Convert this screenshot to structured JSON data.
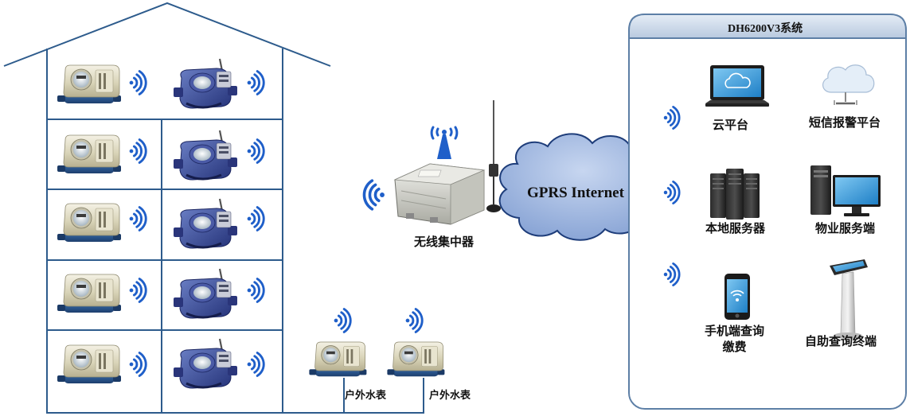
{
  "system": {
    "title": "DH6200V3系统",
    "terminals": [
      {
        "label": "云平台",
        "icon": "laptop-cloud-icon"
      },
      {
        "label": "短信报警平台",
        "icon": "cloud-sms-icon"
      },
      {
        "label": "本地服务器",
        "icon": "server-rack-icon"
      },
      {
        "label": "物业服务端",
        "icon": "desktop-pc-icon"
      },
      {
        "label": "手机端查询\n缴费",
        "icon": "smartphone-icon"
      },
      {
        "label": "自助查询终端",
        "icon": "kiosk-icon"
      }
    ]
  },
  "network": {
    "cloud_label": "GPRS  Internet",
    "concentrator_label": "无线集中器"
  },
  "outdoor_meters": [
    {
      "label": "户外水表"
    },
    {
      "label": "户外水表"
    }
  ],
  "colors": {
    "house_line": "#2d5b8c",
    "wifi": "#1f5fc9",
    "cloud_fill": "#9eb6df",
    "panel_stroke": "#5d7fa6",
    "panel_header": "#c8d6e8"
  }
}
